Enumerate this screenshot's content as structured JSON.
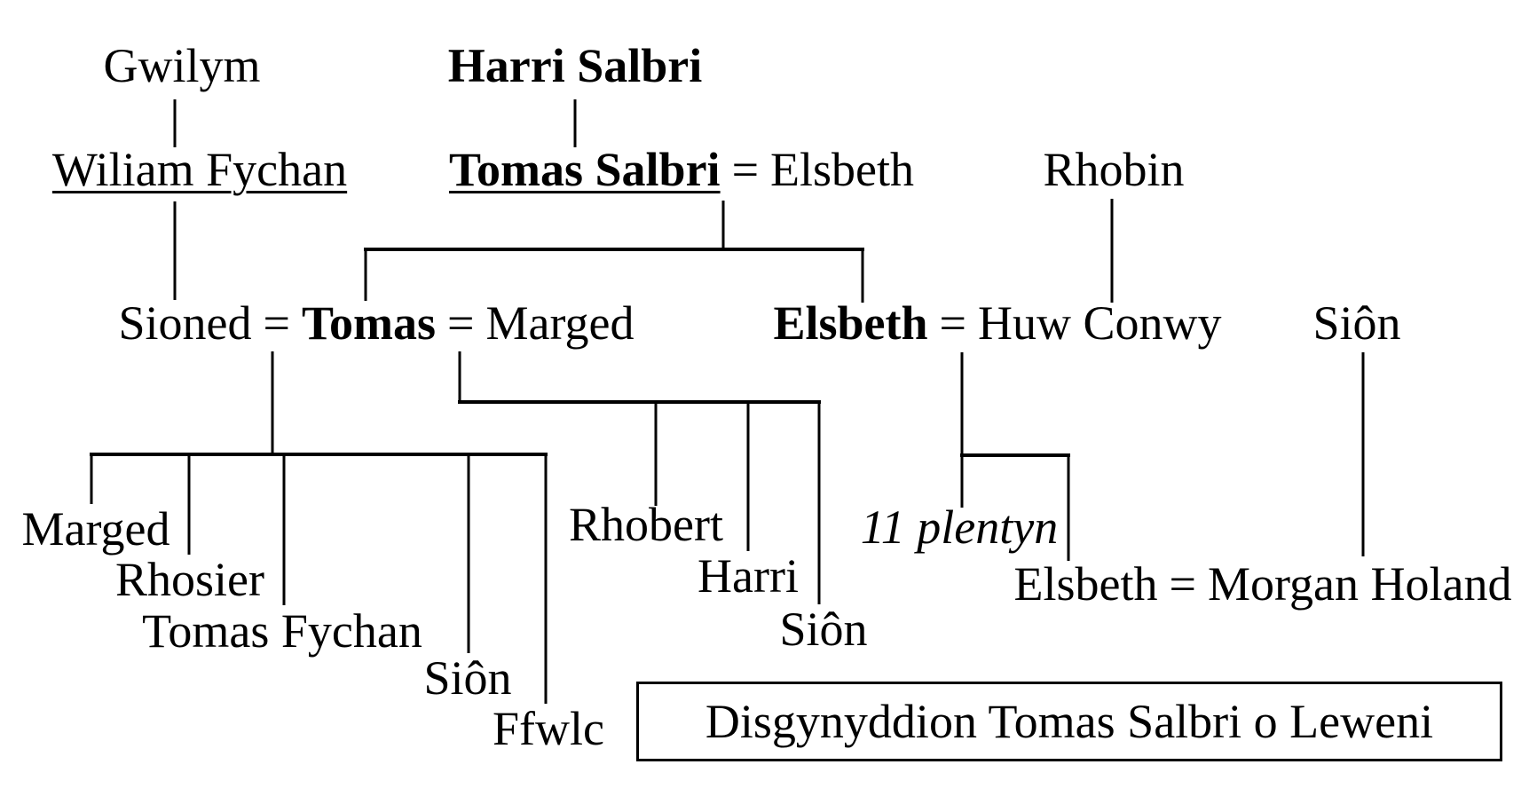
{
  "diagram": {
    "kind": "genealogy-tree",
    "language": "Welsh",
    "ink_color": "#000000",
    "background_color": "#ffffff"
  },
  "symbols": {
    "marriage": "="
  },
  "people": {
    "gwilym": "Gwilym",
    "harri_salbri": "Harri Salbri",
    "wiliam_fychan": "Wiliam Fychan",
    "tomas_salbri": "Tomas Salbri",
    "elsbeth_1": "Elsbeth",
    "rhobin": "Rhobin",
    "sioned": "Sioned",
    "tomas": "Tomas",
    "marged_1": "Marged",
    "elsbeth_2": "Elsbeth",
    "huw_conwy": "Huw Conwy",
    "sion_1": "Siôn",
    "marged_2": "Marged",
    "rhosier": "Rhosier",
    "tomas_fychan": "Tomas Fychan",
    "sion_2": "Siôn",
    "ffwlc": "Ffwlc",
    "rhobert": "Rhobert",
    "harri": "Harri",
    "sion_3": "Siôn",
    "eleven_children_note": "11 plentyn",
    "elsbeth_3": "Elsbeth",
    "morgan_holand": "Morgan Holand"
  },
  "caption": {
    "label": "Disgynyddion Tomas Salbri o Leweni"
  },
  "relations": [
    "Gwilym - father of Wiliam Fychan",
    "Wiliam Fychan - father of Sioned",
    "Harri Salbri - father of Tomas Salbri",
    "Tomas Salbri = Elsbeth - parents of Tomas and Elsbeth",
    "Rhobin - father of Huw Conwy",
    "Sioned = Tomas - parents of Marged, Rhosier, Tomas Fychan, Siôn, Ffwlc",
    "Tomas = Marged - parents of Rhobert, Harri, Siôn",
    "Elsbeth = Huw Conwy - parents of 11 plentyn and Elsbeth",
    "Siôn - father of Morgan Holand",
    "Elsbeth = Morgan Holand - marriage"
  ]
}
